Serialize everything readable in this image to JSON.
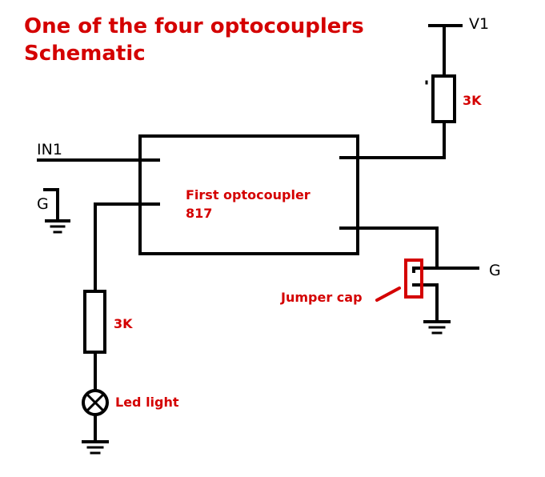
{
  "title": {
    "line1": "One of the four optocouplers",
    "line2": "Schematic"
  },
  "labels": {
    "v1": "V1",
    "in1": "IN1",
    "g_left": "G",
    "g_right": "G",
    "resistor_top": "3K",
    "resistor_left": "3K",
    "chip_name": "First optocoupler",
    "chip_model": "817",
    "jumper": "Jumper cap",
    "led": "Led light"
  },
  "colors": {
    "wire": "#000000",
    "label_red": "#d40000",
    "jumper_red": "#d40000"
  }
}
